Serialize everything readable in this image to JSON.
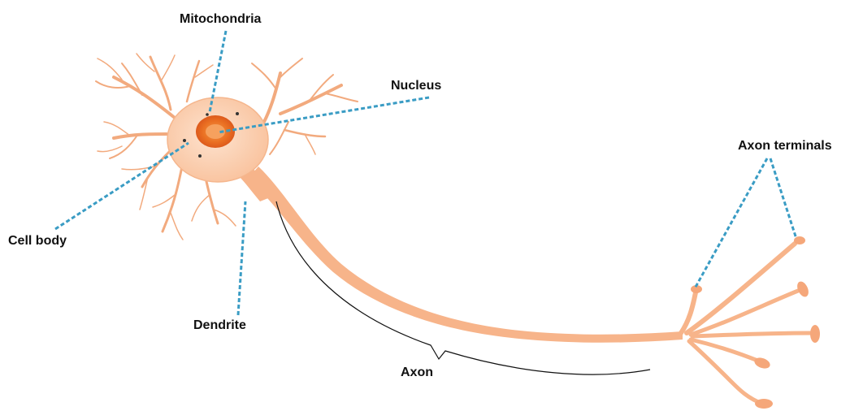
{
  "diagram": {
    "labels": {
      "mitochondria": "Mitochondria",
      "nucleus": "Nucleus",
      "cell_body": "Cell body",
      "dendrite": "Dendrite",
      "axon": "Axon",
      "axon_terminals": "Axon terminals"
    },
    "colors": {
      "cell_fill": "#fbd3b5",
      "axon_fill": "#f7b48a",
      "dendrite_stroke": "#f2aa7e",
      "nucleus_fill": "#e8641c",
      "nucleus_core": "#f08a3a",
      "leader_line": "#3a9cc4",
      "bracket": "#111111"
    }
  }
}
